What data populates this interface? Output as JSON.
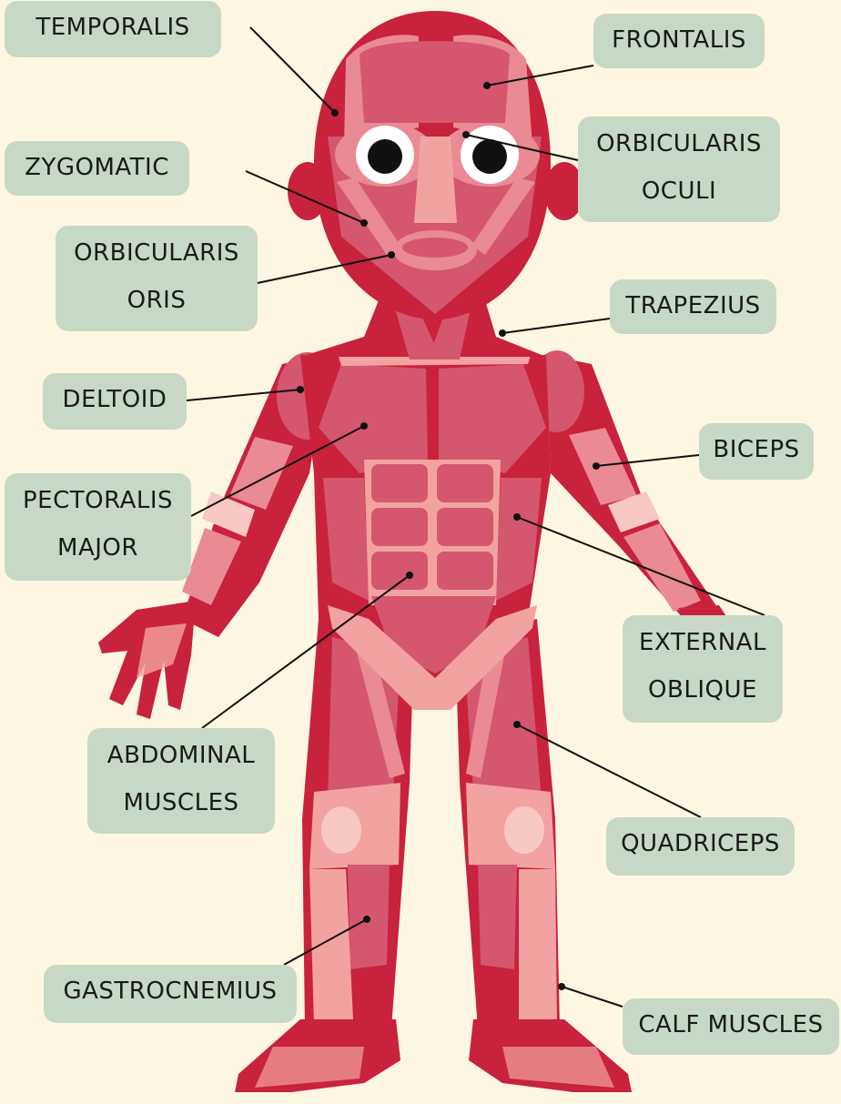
{
  "colors": {
    "background": "#fdf6e3",
    "label_box": "#c8d8c6",
    "muscle_dark": "#c8223c",
    "muscle_mid": "#d4566f",
    "muscle_light": "#e98a95",
    "tendon": "#f2a3a1",
    "skin_pale": "#f7c8c4"
  },
  "labels": {
    "temporalis": "TEMPORALIS",
    "frontalis": "FRONTALIS",
    "zygomatic": "ZYGOMATIC",
    "orbicularis_oculi": [
      "ORBICULARIS",
      "OCULI"
    ],
    "orbicularis_oris": [
      "ORBICULARIS",
      "ORIS"
    ],
    "trapezius": "TRAPEZIUS",
    "deltoid": "DELTOID",
    "biceps": "BICEPS",
    "pectoralis_major": [
      "PECTORALIS",
      "MAJOR"
    ],
    "external_oblique": [
      "EXTERNAL",
      "OBLIQUE"
    ],
    "abdominal_muscles": [
      "ABDOMINAL",
      "MUSCLES"
    ],
    "quadriceps": "QUADRICEPS",
    "gastrocnemius": "GASTROCNEMIUS",
    "calf_muscles": "CALF MUSCLES"
  }
}
